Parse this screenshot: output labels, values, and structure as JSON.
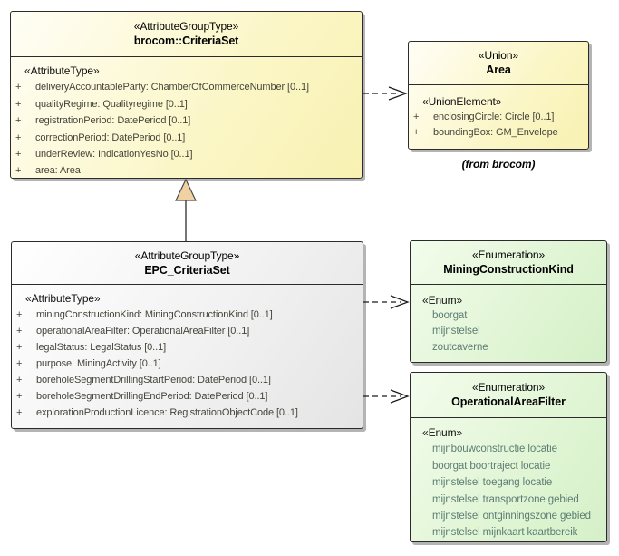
{
  "classes": {
    "criteriaSet": {
      "stereotype": "«AttributeGroupType»",
      "name": "brocom::CriteriaSet",
      "section": "«AttributeType»",
      "attributes": [
        {
          "vis": "+",
          "text": "deliveryAccountableParty: ChamberOfCommerceNumber [0..1]"
        },
        {
          "vis": "+",
          "text": "qualityRegime: Qualityregime [0..1]"
        },
        {
          "vis": "+",
          "text": "registrationPeriod: DatePeriod [0..1]"
        },
        {
          "vis": "+",
          "text": "correctionPeriod: DatePeriod [0..1]"
        },
        {
          "vis": "+",
          "text": "underReview: IndicationYesNo [0..1]"
        },
        {
          "vis": "+",
          "text": "area: Area"
        }
      ]
    },
    "area": {
      "stereotype": "«Union»",
      "name": "Area",
      "section": "«UnionElement»",
      "attributes": [
        {
          "vis": "+",
          "text": "enclosingCircle: Circle [0..1]"
        },
        {
          "vis": "+",
          "text": "boundingBox: GM_Envelope"
        }
      ],
      "note": "(from brocom)"
    },
    "epcCriteriaSet": {
      "stereotype": "«AttributeGroupType»",
      "name": "EPC_CriteriaSet",
      "section": "«AttributeType»",
      "attributes": [
        {
          "vis": "+",
          "text": "miningConstructionKind: MiningConstructionKind [0..1]"
        },
        {
          "vis": "+",
          "text": "operationalAreaFilter: OperationalAreaFilter [0..1]"
        },
        {
          "vis": "+",
          "text": "legalStatus: LegalStatus [0..1]"
        },
        {
          "vis": "+",
          "text": "purpose: MiningActivity [0..1]"
        },
        {
          "vis": "+",
          "text": "boreholeSegmentDrillingStartPeriod: DatePeriod [0..1]"
        },
        {
          "vis": "+",
          "text": "boreholeSegmentDrillingEndPeriod: DatePeriod [0..1]"
        },
        {
          "vis": "+",
          "text": "explorationProductionLicence: RegistrationObjectCode [0..1]"
        }
      ]
    },
    "miningConstructionKind": {
      "stereotype": "«Enumeration»",
      "name": "MiningConstructionKind",
      "section": "«Enum»",
      "literals": [
        "boorgat",
        "mijnstelsel",
        "zoutcaverne"
      ]
    },
    "operationalAreaFilter": {
      "stereotype": "«Enumeration»",
      "name": "OperationalAreaFilter",
      "section": "«Enum»",
      "literals": [
        "mijnbouwconstructie locatie",
        "boorgat boortraject locatie",
        "mijnstelsel toegang locatie",
        "mijnstelsel transportzone gebied",
        "mijnstelsel ontginningszone gebied",
        "mijnstelsel mijnkaart kaartbereik"
      ]
    }
  },
  "relations": [
    {
      "type": "dependency",
      "from": "brocom::CriteriaSet",
      "to": "Area",
      "style": "dashed-open-arrow"
    },
    {
      "type": "generalization",
      "from": "EPC_CriteriaSet",
      "to": "brocom::CriteriaSet",
      "style": "solid-hollow-triangle"
    },
    {
      "type": "dependency",
      "from": "EPC_CriteriaSet",
      "to": "MiningConstructionKind",
      "style": "dashed-open-arrow"
    },
    {
      "type": "dependency",
      "from": "EPC_CriteriaSet",
      "to": "OperationalAreaFilter",
      "style": "dashed-open-arrow"
    }
  ],
  "colors": {
    "class_yellow": "#fbf6c6",
    "class_gray": "#ececec",
    "enum_green": "#d9f2cd",
    "generalization_triangle_fill": "#f0d2a2",
    "connector_line": "#1a1a1a",
    "attribute_text": "#45453a",
    "enum_literal_text": "#5d7d74",
    "box_shadow": "#b4b4b4"
  }
}
